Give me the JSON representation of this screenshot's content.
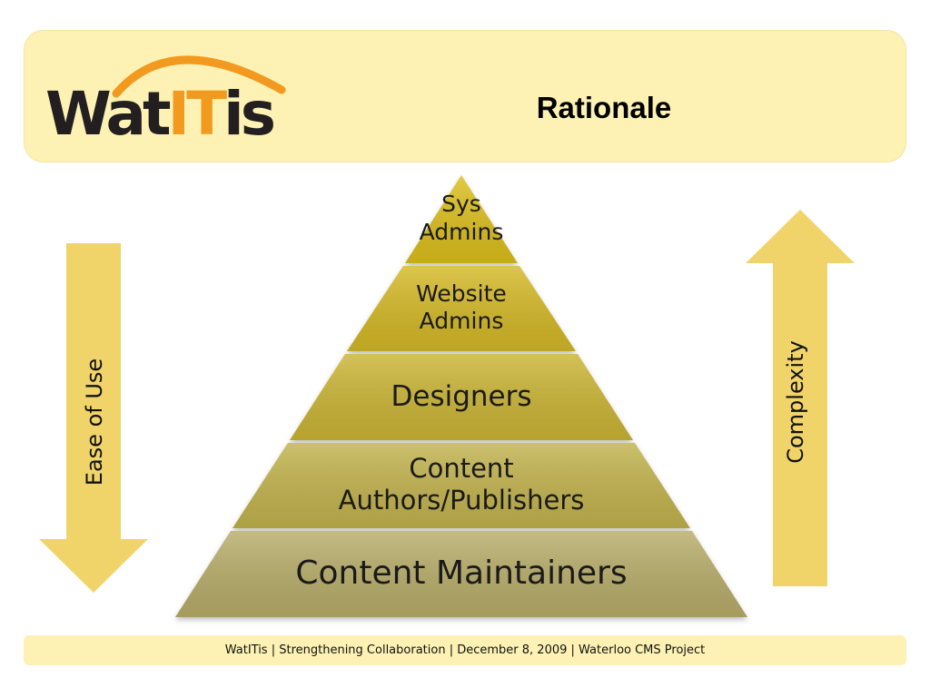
{
  "header": {
    "logo": {
      "text_dark": "Wat",
      "text_accent": "IT",
      "text_dark_end": "is"
    },
    "title": "Rationale"
  },
  "pyramid": {
    "levels": [
      {
        "lines": [
          "Sys",
          "Admins"
        ]
      },
      {
        "lines": [
          "Website",
          "Admins"
        ]
      },
      {
        "lines": [
          "Designers"
        ]
      },
      {
        "lines": [
          "Content",
          "Authors/Publishers"
        ]
      },
      {
        "lines": [
          "Content Maintainers"
        ]
      }
    ]
  },
  "arrows": {
    "left_label": "Ease of Use",
    "right_label": "Complexity"
  },
  "footer": {
    "text": "WatITis | Strengthening Collaboration | December 8, 2009 | Waterloo CMS Project"
  },
  "colors": {
    "header_bg": "#fdf2b4",
    "arrow": "#f0d46a",
    "logo_accent": "#f29a1f",
    "logo_dark": "#231f20",
    "tier_top": "#dcbf1e",
    "tier_bottom": "#b8ad6a"
  }
}
